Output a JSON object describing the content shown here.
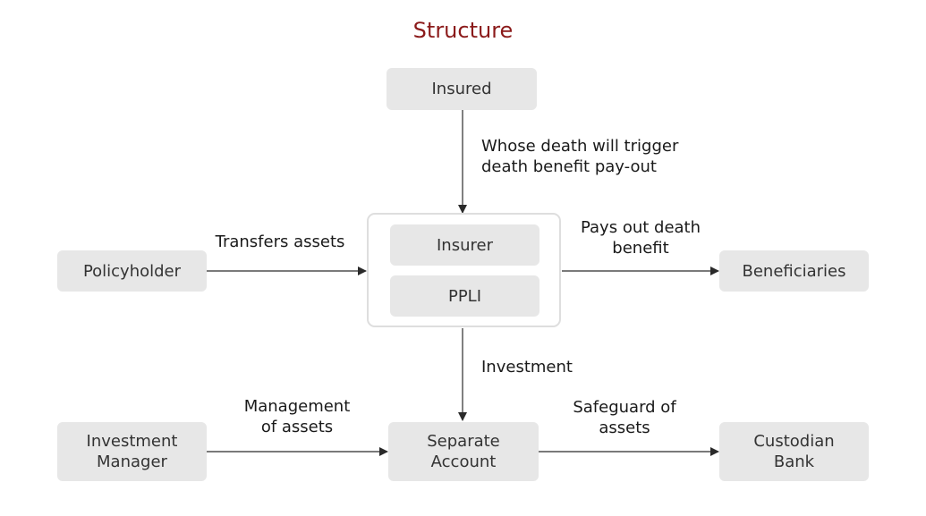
{
  "title": "Structure",
  "nodes": {
    "insured": "Insured",
    "insurer": "Insurer",
    "ppli": "PPLI",
    "policyholder": "Policyholder",
    "beneficiaries": "Beneficiaries",
    "investment_manager": [
      "Investment",
      "Manager"
    ],
    "separate_account": [
      "Separate",
      "Account"
    ],
    "custodian_bank": [
      "Custodian",
      "Bank"
    ]
  },
  "edges": {
    "insured_to_insurer": [
      "Whose death will trigger",
      "death benefit pay-out"
    ],
    "policyholder_to_insurer": [
      "Transfers assets"
    ],
    "insurer_to_beneficiaries": [
      "Pays out death",
      "benefit"
    ],
    "insurer_to_separate_account": [
      "Investment"
    ],
    "manager_to_separate_account": [
      "Management",
      "of assets"
    ],
    "separate_account_to_custodian": [
      "Safeguard of",
      "assets"
    ]
  }
}
